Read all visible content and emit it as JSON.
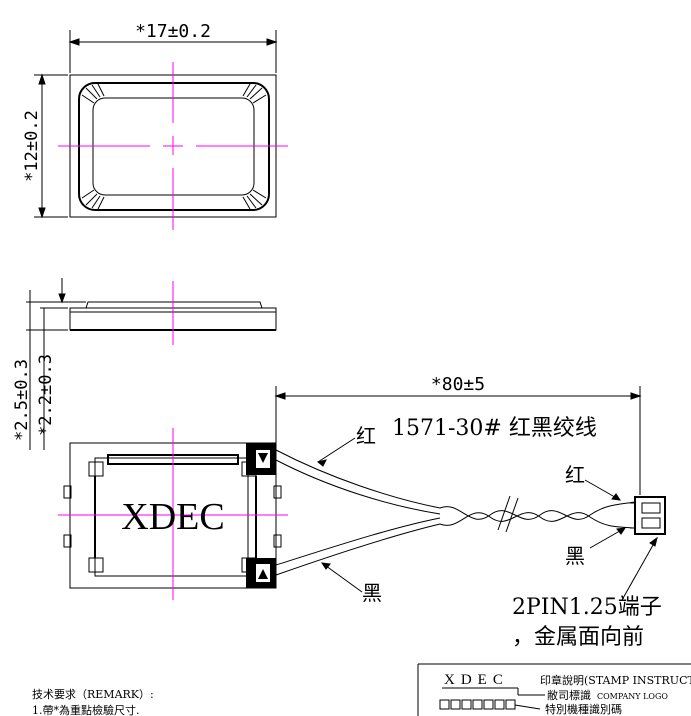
{
  "dimensions": {
    "width": "*17±0.2",
    "height": "*12±0.2",
    "thickness_total": "*2.5±0.3",
    "thickness_body": "*2.2±0.3",
    "cable_length": "*80±5"
  },
  "labels": {
    "cable_spec": "1571-30# 红黑绞线",
    "red_wire": "红",
    "black_wire": "黑",
    "connector_red": "红",
    "connector_black": "黑",
    "connector_line1": "2PIN1.25端子",
    "connector_line2": "，金属面向前",
    "brand": "XDEC"
  },
  "remarks": {
    "title": "技术要求（REMARK）:",
    "item1": "1.帶*為重點檢驗尺寸."
  },
  "stamp": {
    "logo_text": "XDEC",
    "title": "印章說明(STAMP INSTRUCTION)",
    "company_label": "敝司標識",
    "company_logo": "COMPANY LOGO",
    "model_label": "特別機種識別碼"
  },
  "colors": {
    "line": "#000000",
    "center_line": "#ff00ff"
  }
}
